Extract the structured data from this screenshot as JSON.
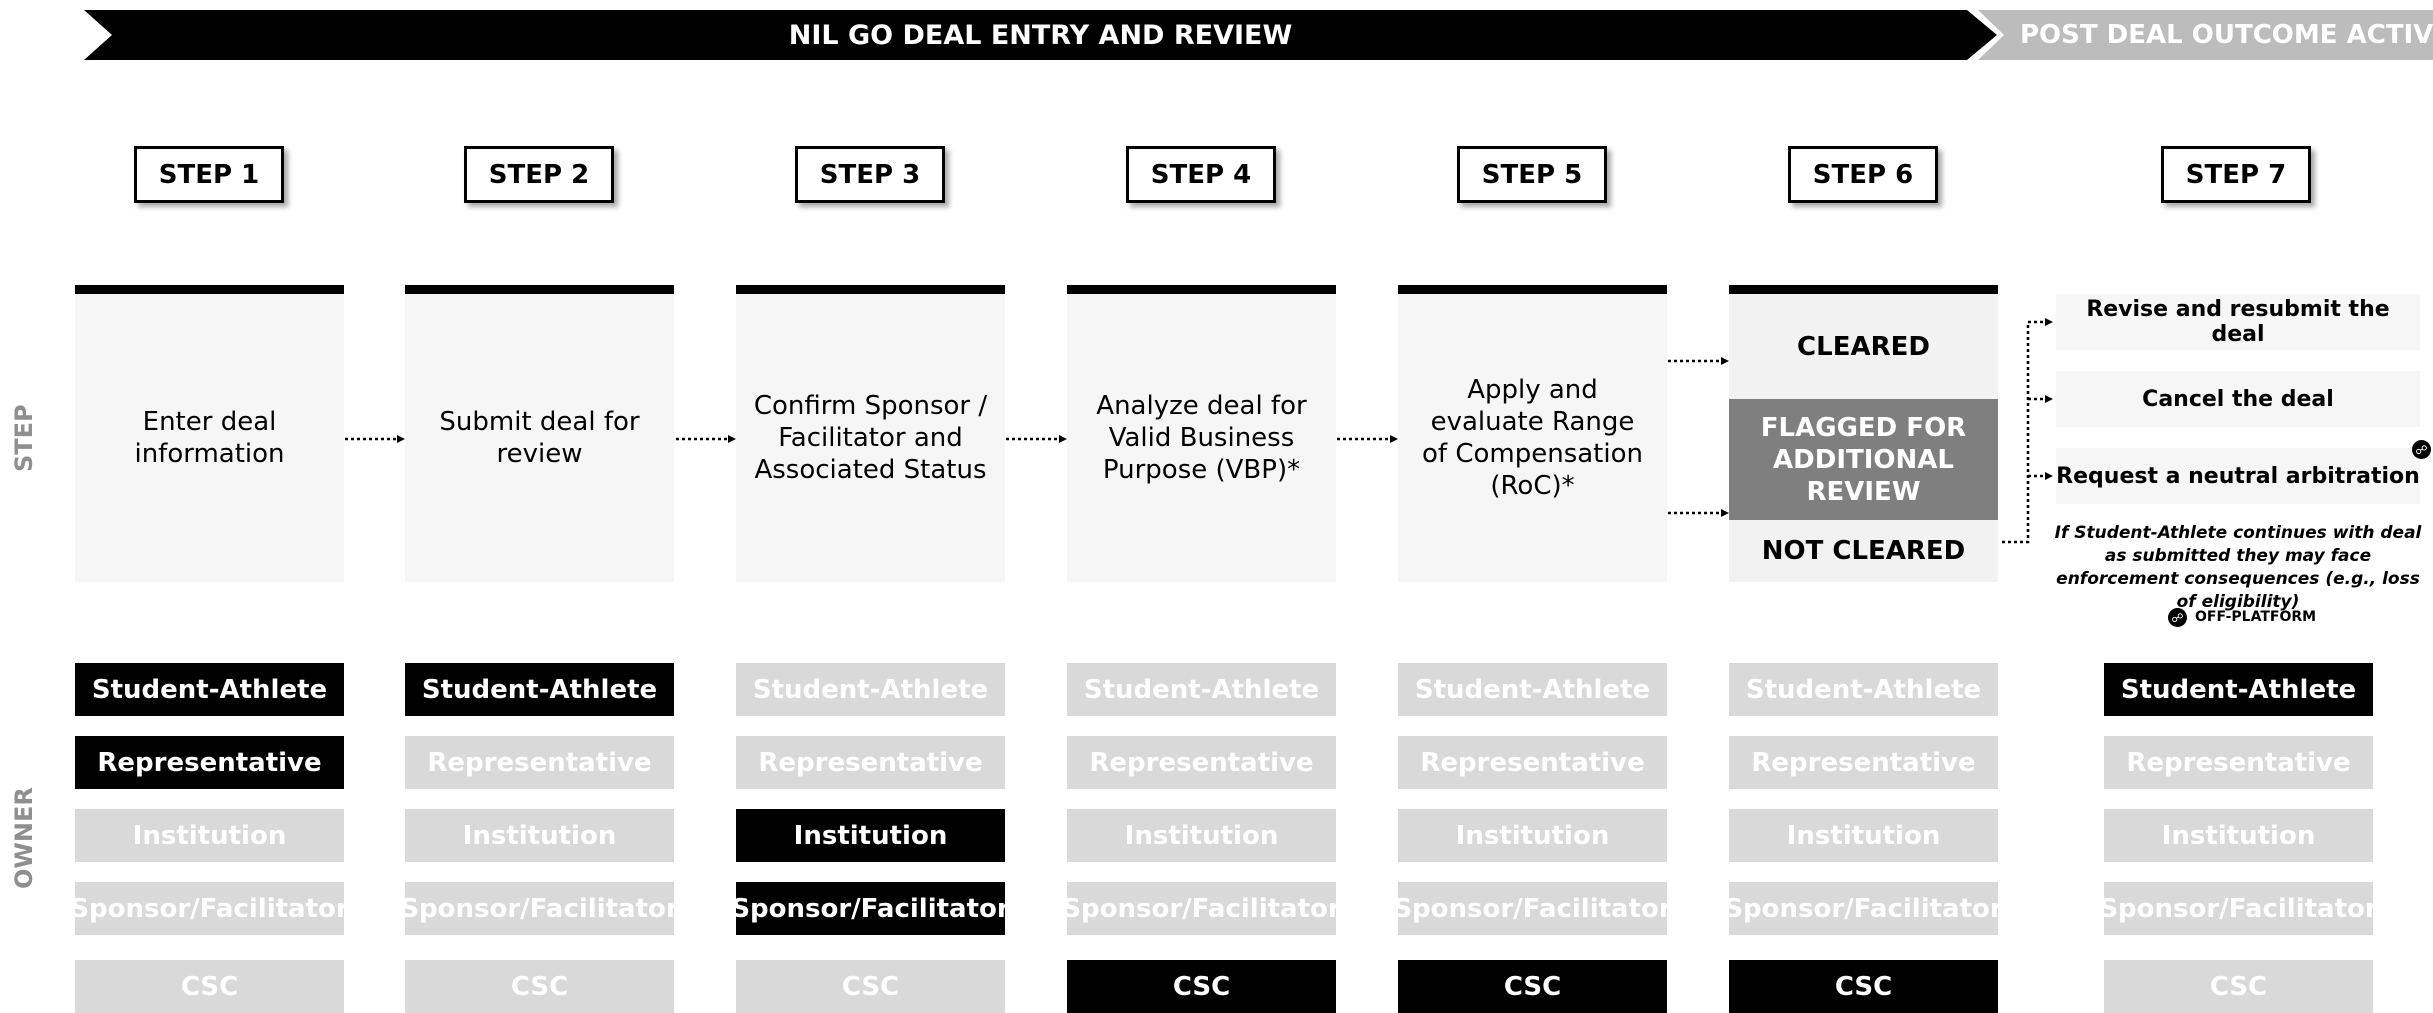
{
  "banner": {
    "main": "NIL GO DEAL ENTRY AND REVIEW",
    "post": "POST DEAL OUTCOME ACTIVITY"
  },
  "side_labels": {
    "step": "STEP",
    "owner": "OWNER"
  },
  "steps": [
    {
      "label": "STEP 1",
      "text": "Enter deal information"
    },
    {
      "label": "STEP 2",
      "text": "Submit deal for review"
    },
    {
      "label": "STEP 3",
      "text": "Confirm Sponsor / Facilitator and Associated Status"
    },
    {
      "label": "STEP 4",
      "text": "Analyze deal for Valid Business Purpose (VBP)*"
    },
    {
      "label": "STEP 5",
      "text": "Apply and evaluate Range of Compensation (RoC)*"
    },
    {
      "label": "STEP 6"
    },
    {
      "label": "STEP 7"
    }
  ],
  "step6_outcomes": {
    "cleared": "CLEARED",
    "flagged": "FLAGGED FOR ADDITIONAL REVIEW",
    "not_cleared": "NOT CLEARED"
  },
  "step7_options": [
    "Revise and resubmit the deal",
    "Cancel the deal",
    "Request a neutral arbitration"
  ],
  "step7_note": "If Student-Athlete continues with deal as submitted they may face enforcement consequences (e.g., loss of eligibility)",
  "off_platform": {
    "icon": "link-icon",
    "label": "OFF-PLATFORM"
  },
  "owner_roles": [
    "Student-Athlete",
    "Representative",
    "Institution",
    "Sponsor/Facilitator",
    "CSC"
  ],
  "owner_active": [
    [
      true,
      true,
      false,
      false,
      false
    ],
    [
      true,
      false,
      false,
      false,
      false
    ],
    [
      false,
      false,
      true,
      true,
      false
    ],
    [
      false,
      false,
      false,
      false,
      true
    ],
    [
      false,
      false,
      false,
      false,
      true
    ],
    [
      false,
      false,
      false,
      false,
      true
    ],
    [
      true,
      false,
      false,
      false,
      false
    ]
  ],
  "colors": {
    "active": "#000000",
    "inactive": "#d9d9d9",
    "flagged": "#7f7f7f",
    "post_banner": "#bcbcbc",
    "side_label": "#8f8f8f"
  }
}
